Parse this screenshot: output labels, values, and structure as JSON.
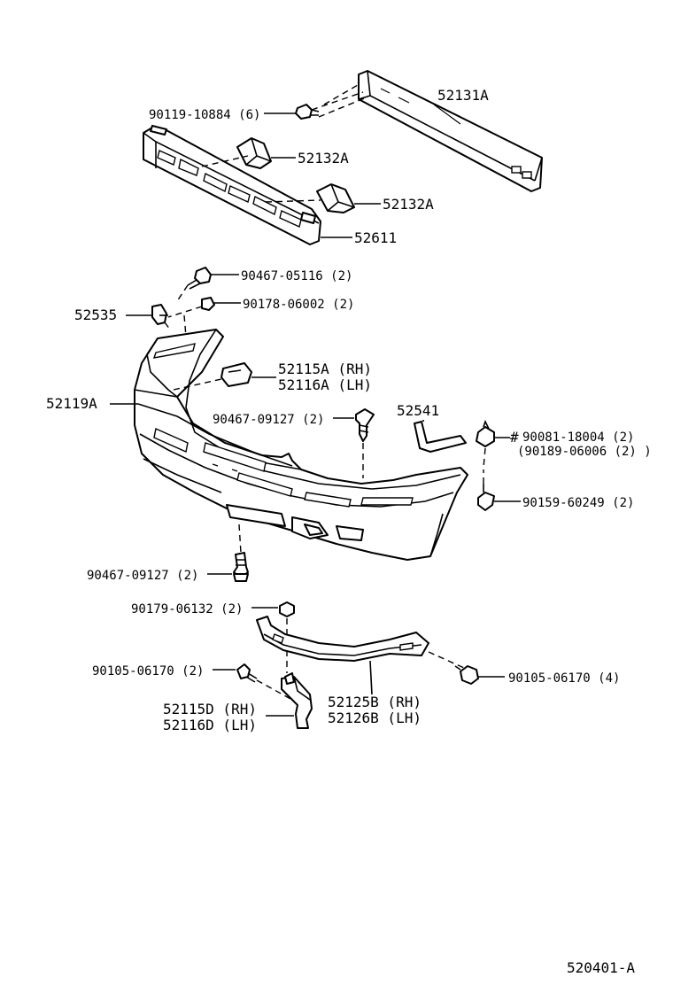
{
  "labels": {
    "l_52131a": "52131A",
    "l_90119": "90119-10884 (6)",
    "l_52132a_top": "52132A",
    "l_52132a_bot": "52132A",
    "l_52611": "52611",
    "l_90467_05116": "90467-05116 (2)",
    "l_52535": "52535",
    "l_90178": "90178-06002 (2)",
    "l_52115a": "52115A (RH)",
    "l_52116a": "52116A (LH)",
    "l_52119a": "52119A",
    "l_90467_09127_mid": "90467-09127 (2)",
    "l_52541": "52541",
    "l_90081": "90081-18004 (2)",
    "l_90189": "(90189-06006 (2) )",
    "l_90159": "90159-60249 (2)",
    "l_90467_09127_low": "90467-09127 (2)",
    "l_90179": "90179-06132 (2)",
    "l_90105_left": "90105-06170 (2)",
    "l_90105_right": "90105-06170 (4)",
    "l_52115d": "52115D (RH)",
    "l_52116d": "52116D (LH)",
    "l_52125b": "52125B (RH)",
    "l_52126b": "52126B (LH)",
    "diagram_code": "520401-A"
  },
  "colors": {
    "line": "#000000",
    "background": "#ffffff"
  }
}
